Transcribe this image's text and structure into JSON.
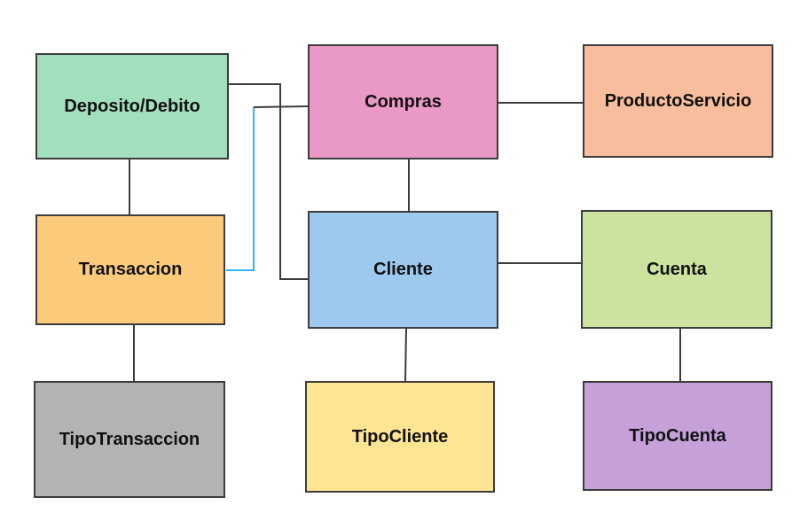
{
  "entities": {
    "deposito_debito": {
      "label": "Deposito/Debito",
      "color": "#a1dfbd"
    },
    "compras": {
      "label": "Compras",
      "color": "#ea98c5"
    },
    "producto_servicio": {
      "label": "ProductoServicio",
      "color": "#f8bd9c"
    },
    "transaccion": {
      "label": "Transaccion",
      "color": "#fbcb7b"
    },
    "cliente": {
      "label": "Cliente",
      "color": "#9ec9ee"
    },
    "cuenta": {
      "label": "Cuenta",
      "color": "#cbe39f"
    },
    "tipo_transaccion": {
      "label": "TipoTransaccion",
      "color": "#b3b3b3"
    },
    "tipo_cliente": {
      "label": "TipoCliente",
      "color": "#fde593"
    },
    "tipo_cuenta": {
      "label": "TipoCuenta",
      "color": "#c6a1d9"
    }
  },
  "colors": {
    "connector": "#3c3c3c",
    "connector_highlight": "#33b5f0"
  }
}
